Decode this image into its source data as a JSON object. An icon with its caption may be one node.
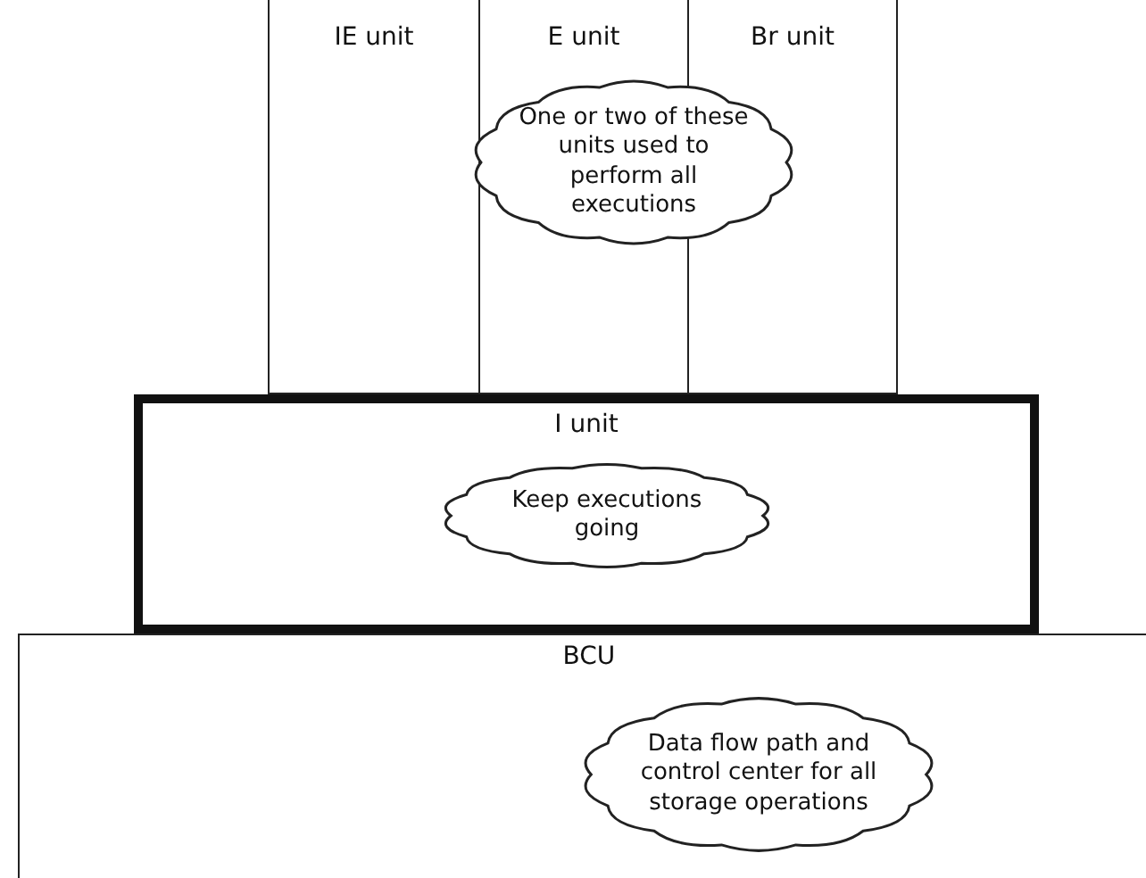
{
  "diagram": {
    "nodes": [
      {
        "text": [
          "IE unit"
        ]
      },
      {
        "text": [
          "E unit"
        ]
      },
      {
        "text": [
          "Br unit"
        ]
      },
      {
        "text": [
          "One or two of these units used to perform all executions"
        ]
      },
      {
        "text": [
          "I unit"
        ]
      },
      {
        "text": [
          "Keep executions going"
        ],
        "in": 4
      },
      {
        "text": [
          "BCU"
        ]
      },
      {
        "text": [
          "Data flow path and control center for all storage operations"
        ],
        "in": 6
      }
    ],
    "edges": []
  }
}
